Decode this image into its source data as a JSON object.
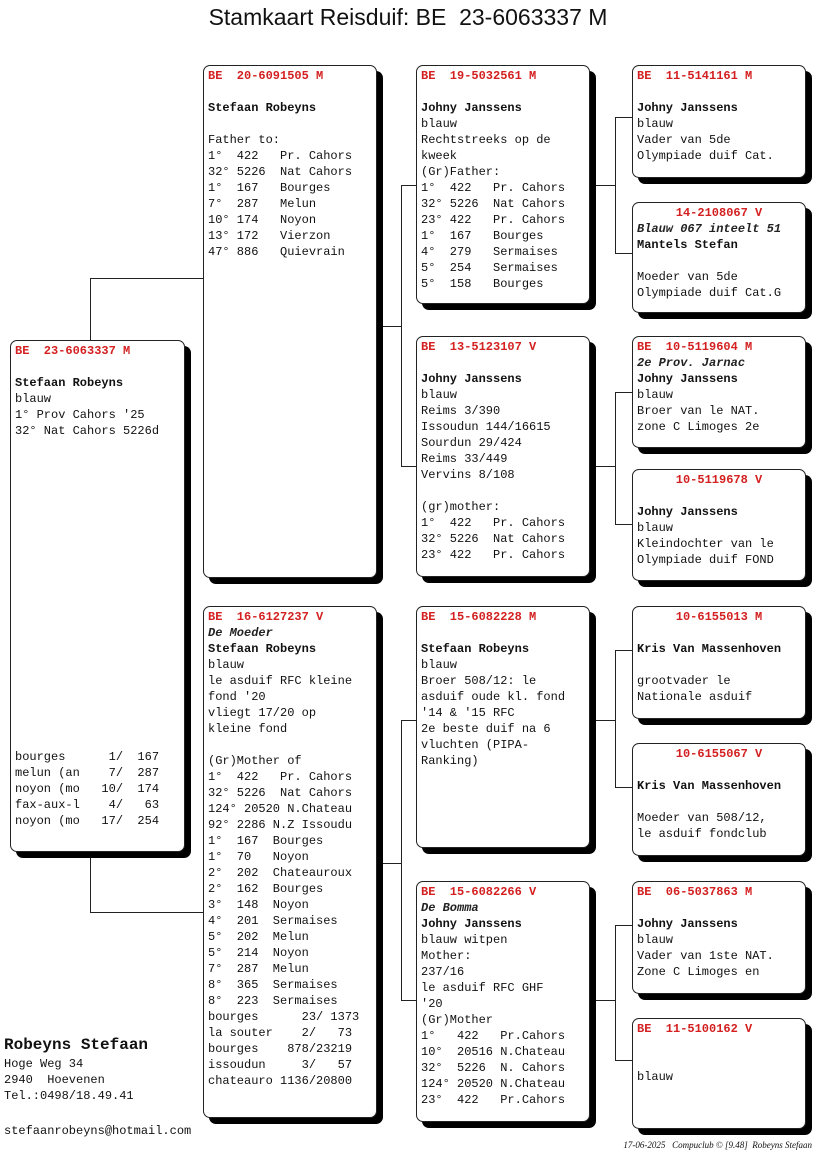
{
  "title": "Stamkaart Reisduif: BE  23-6063337 M",
  "pigeons": {
    "main": {
      "lines": [
        {
          "t": "BE  23-6063337 M",
          "s": "ring"
        },
        {
          "t": "",
          "s": ""
        },
        {
          "t": "Stefaan Robeyns",
          "s": "b"
        },
        {
          "t": "blauw",
          "s": ""
        },
        {
          "t": "1° Prov Cahors '25",
          "s": ""
        },
        {
          "t": "32° Nat Cahors 5226d",
          "s": ""
        }
      ],
      "results": [
        "bourges      1/  167",
        "melun (an    7/  287",
        "noyon (mo   10/  174",
        "fax-aux-l    4/   63",
        "noyon (mo   17/  254"
      ]
    },
    "father": {
      "lines": [
        {
          "t": "BE  20-6091505 M",
          "s": "ring"
        },
        {
          "t": "",
          "s": ""
        },
        {
          "t": "Stefaan Robeyns",
          "s": "b"
        },
        {
          "t": "",
          "s": ""
        },
        {
          "t": "Father to:",
          "s": ""
        },
        {
          "t": "1°  422   Pr. Cahors",
          "s": ""
        },
        {
          "t": "32° 5226  Nat Cahors",
          "s": ""
        },
        {
          "t": "1°  167   Bourges",
          "s": ""
        },
        {
          "t": "7°  287   Melun",
          "s": ""
        },
        {
          "t": "10° 174   Noyon",
          "s": ""
        },
        {
          "t": "13° 172   Vierzon",
          "s": ""
        },
        {
          "t": "47° 886   Quievrain",
          "s": ""
        }
      ]
    },
    "mother": {
      "lines": [
        {
          "t": "BE  16-6127237 V",
          "s": "ring"
        },
        {
          "t": "De Moeder",
          "s": "it"
        },
        {
          "t": "Stefaan Robeyns",
          "s": "b"
        },
        {
          "t": "blauw",
          "s": ""
        },
        {
          "t": "le asduif RFC kleine",
          "s": ""
        },
        {
          "t": "fond '20",
          "s": ""
        },
        {
          "t": "vliegt 17/20 op",
          "s": ""
        },
        {
          "t": "kleine fond",
          "s": ""
        },
        {
          "t": "",
          "s": ""
        },
        {
          "t": "(Gr)Mother of",
          "s": ""
        },
        {
          "t": "1°  422   Pr. Cahors",
          "s": ""
        },
        {
          "t": "32° 5226  Nat Cahors",
          "s": ""
        },
        {
          "t": "124° 20520 N.Chateau",
          "s": ""
        },
        {
          "t": "92° 2286 N.Z Issoudu",
          "s": ""
        },
        {
          "t": "1°  167  Bourges",
          "s": ""
        },
        {
          "t": "1°  70   Noyon",
          "s": ""
        },
        {
          "t": "2°  202  Chateauroux",
          "s": ""
        },
        {
          "t": "2°  162  Bourges",
          "s": ""
        },
        {
          "t": "3°  148  Noyon",
          "s": ""
        },
        {
          "t": "4°  201  Sermaises",
          "s": ""
        },
        {
          "t": "5°  202  Melun",
          "s": ""
        },
        {
          "t": "5°  214  Noyon",
          "s": ""
        },
        {
          "t": "7°  287  Melun",
          "s": ""
        },
        {
          "t": "8°  365  Sermaises",
          "s": ""
        },
        {
          "t": "8°  223  Sermaises",
          "s": ""
        },
        {
          "t": "bourges      23/ 1373",
          "s": ""
        },
        {
          "t": "la souter    2/   73",
          "s": ""
        },
        {
          "t": "bourges    878/23219",
          "s": ""
        },
        {
          "t": "issoudun     3/   57",
          "s": ""
        },
        {
          "t": "chateauro 1136/20800",
          "s": ""
        }
      ]
    },
    "ff": {
      "lines": [
        {
          "t": "BE  19-5032561 M",
          "s": "ring"
        },
        {
          "t": "",
          "s": ""
        },
        {
          "t": "Johny Janssens",
          "s": "b"
        },
        {
          "t": "blauw",
          "s": ""
        },
        {
          "t": "Rechtstreeks op de",
          "s": ""
        },
        {
          "t": "kweek",
          "s": ""
        },
        {
          "t": "(Gr)Father:",
          "s": ""
        },
        {
          "t": "1°  422   Pr. Cahors",
          "s": ""
        },
        {
          "t": "32° 5226  Nat Cahors",
          "s": ""
        },
        {
          "t": "23° 422   Pr. Cahors",
          "s": ""
        },
        {
          "t": "1°  167   Bourges",
          "s": ""
        },
        {
          "t": "4°  279   Sermaises",
          "s": ""
        },
        {
          "t": "5°  254   Sermaises",
          "s": ""
        },
        {
          "t": "5°  158   Bourges",
          "s": ""
        }
      ]
    },
    "fm": {
      "lines": [
        {
          "t": "BE  13-5123107 V",
          "s": "ring"
        },
        {
          "t": "",
          "s": ""
        },
        {
          "t": "Johny Janssens",
          "s": "b"
        },
        {
          "t": "blauw",
          "s": ""
        },
        {
          "t": "Reims 3/390",
          "s": ""
        },
        {
          "t": "Issoudun 144/16615",
          "s": ""
        },
        {
          "t": "Sourdun 29/424",
          "s": ""
        },
        {
          "t": "Reims 33/449",
          "s": ""
        },
        {
          "t": "Vervins 8/108",
          "s": ""
        },
        {
          "t": "",
          "s": ""
        },
        {
          "t": "(gr)mother:",
          "s": ""
        },
        {
          "t": "1°  422   Pr. Cahors",
          "s": ""
        },
        {
          "t": "32° 5226  Nat Cahors",
          "s": ""
        },
        {
          "t": "23° 422   Pr. Cahors",
          "s": ""
        }
      ]
    },
    "mf": {
      "lines": [
        {
          "t": "BE  15-6082228 M",
          "s": "ring"
        },
        {
          "t": "",
          "s": ""
        },
        {
          "t": "Stefaan Robeyns",
          "s": "b"
        },
        {
          "t": "blauw",
          "s": ""
        },
        {
          "t": "Broer 508/12: le",
          "s": ""
        },
        {
          "t": "asduif oude kl. fond",
          "s": ""
        },
        {
          "t": "'14 & '15 RFC",
          "s": ""
        },
        {
          "t": "2e beste duif na 6",
          "s": ""
        },
        {
          "t": "vluchten (PIPA-",
          "s": ""
        },
        {
          "t": "Ranking)",
          "s": ""
        }
      ]
    },
    "mm": {
      "lines": [
        {
          "t": "BE  15-6082266 V",
          "s": "ring"
        },
        {
          "t": "De Bomma",
          "s": "it"
        },
        {
          "t": "Johny Janssens",
          "s": "b"
        },
        {
          "t": "blauw witpen",
          "s": ""
        },
        {
          "t": "Mother:",
          "s": ""
        },
        {
          "t": "237/16",
          "s": ""
        },
        {
          "t": "le asduif RFC GHF",
          "s": ""
        },
        {
          "t": "'20",
          "s": ""
        },
        {
          "t": "(Gr)Mother",
          "s": ""
        },
        {
          "t": "1°   422   Pr.Cahors",
          "s": ""
        },
        {
          "t": "10°  20516 N.Chateau",
          "s": ""
        },
        {
          "t": "32°  5226  N. Cahors",
          "s": ""
        },
        {
          "t": "124° 20520 N.Chateau",
          "s": ""
        },
        {
          "t": "23°  422   Pr.Cahors",
          "s": ""
        }
      ]
    },
    "fff": {
      "lines": [
        {
          "t": "BE  11-5141161 M",
          "s": "ring"
        },
        {
          "t": "",
          "s": ""
        },
        {
          "t": "Johny Janssens",
          "s": "b"
        },
        {
          "t": "blauw",
          "s": ""
        },
        {
          "t": "Vader van 5de",
          "s": ""
        },
        {
          "t": "Olympiade duif Cat.",
          "s": ""
        }
      ]
    },
    "ffm": {
      "lines": [
        {
          "t": "14-2108067 V",
          "s": "ringc"
        },
        {
          "t": "Blauw 067 inteelt 51",
          "s": "it"
        },
        {
          "t": "Mantels Stefan",
          "s": "b"
        },
        {
          "t": "",
          "s": ""
        },
        {
          "t": "Moeder van 5de",
          "s": ""
        },
        {
          "t": "Olympiade duif Cat.G",
          "s": ""
        }
      ]
    },
    "fmf": {
      "lines": [
        {
          "t": "BE  10-5119604 M",
          "s": "ring"
        },
        {
          "t": "2e Prov. Jarnac",
          "s": "it"
        },
        {
          "t": "Johny Janssens",
          "s": "b"
        },
        {
          "t": "blauw",
          "s": ""
        },
        {
          "t": "Broer van le NAT.",
          "s": ""
        },
        {
          "t": "zone C Limoges 2e",
          "s": ""
        }
      ]
    },
    "fmm": {
      "lines": [
        {
          "t": "10-5119678 V",
          "s": "ringc"
        },
        {
          "t": "",
          "s": ""
        },
        {
          "t": "Johny Janssens",
          "s": "b"
        },
        {
          "t": "blauw",
          "s": ""
        },
        {
          "t": "Kleindochter van le",
          "s": ""
        },
        {
          "t": "Olympiade duif FOND",
          "s": ""
        }
      ]
    },
    "mff": {
      "lines": [
        {
          "t": "10-6155013 M",
          "s": "ringc"
        },
        {
          "t": "",
          "s": ""
        },
        {
          "t": "Kris Van Massenhoven",
          "s": "b"
        },
        {
          "t": "",
          "s": ""
        },
        {
          "t": "grootvader le",
          "s": ""
        },
        {
          "t": "Nationale asduif",
          "s": ""
        }
      ]
    },
    "mfm": {
      "lines": [
        {
          "t": "10-6155067 V",
          "s": "ringc"
        },
        {
          "t": "",
          "s": ""
        },
        {
          "t": "Kris Van Massenhoven",
          "s": "b"
        },
        {
          "t": "",
          "s": ""
        },
        {
          "t": "Moeder van 508/12,",
          "s": ""
        },
        {
          "t": "le asduif fondclub",
          "s": ""
        }
      ]
    },
    "mmf": {
      "lines": [
        {
          "t": "BE  06-5037863 M",
          "s": "ring"
        },
        {
          "t": "",
          "s": ""
        },
        {
          "t": "Johny Janssens",
          "s": "b"
        },
        {
          "t": "blauw",
          "s": ""
        },
        {
          "t": "Vader van 1ste NAT.",
          "s": ""
        },
        {
          "t": "Zone C Limoges en",
          "s": ""
        }
      ]
    },
    "mmm": {
      "lines": [
        {
          "t": "BE  11-5100162 V",
          "s": "ring"
        },
        {
          "t": "",
          "s": ""
        },
        {
          "t": "",
          "s": ""
        },
        {
          "t": "blauw",
          "s": ""
        }
      ]
    }
  },
  "owner": {
    "name": "Robeyns Stefaan",
    "street": "Hoge Weg 34",
    "city": "2940  Hoevenen",
    "phone": "Tel.:0498/18.49.41",
    "email": "stefaanrobeyns@hotmail.com"
  },
  "footer": "17-06-2025   Compuclub © [9.48]  Robeyns Stefaan",
  "colors": {
    "ring": "#d42020",
    "border": "#222222",
    "shadow": "#000000"
  }
}
